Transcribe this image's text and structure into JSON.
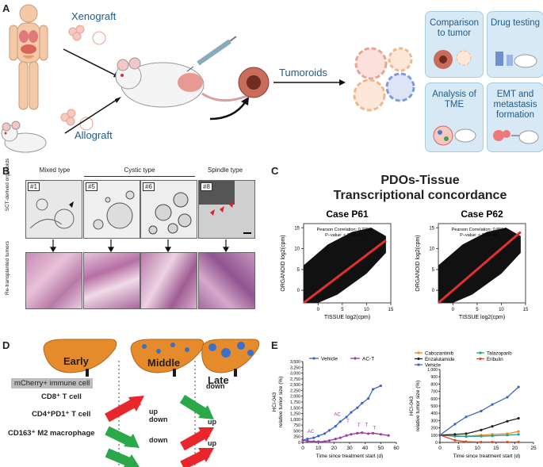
{
  "panelA": {
    "label": "A",
    "xenograft": "Xenograft",
    "allograft": "Allograft",
    "tumoroids": "Tumoroids",
    "boxes": [
      "Comparison to tumor",
      "Drug testing",
      "Analysis of TME",
      "EMT and metastasis formation"
    ]
  },
  "panelB": {
    "label": "B",
    "groups": [
      "Mixed type",
      "Cystic type",
      "Spindle type"
    ],
    "row_top": "SCT-derived organoids",
    "row_bottom": "Re-transplanted tumors",
    "samples": [
      "#1",
      "#5",
      "#6",
      "#8"
    ]
  },
  "panelC": {
    "label": "C",
    "title_line1": "PDOs-Tissue",
    "title_line2": "Transcriptional concordance",
    "chart_data": [
      {
        "type": "scatter",
        "title": "Case P61",
        "xlabel": "TISSUE log2(cpm)",
        "ylabel": "ORGANOID log2(cpm)",
        "xlim": [
          -3,
          15
        ],
        "ylim": [
          -3,
          16
        ],
        "xticks": [
          "0",
          "5",
          "10",
          "15"
        ],
        "yticks": [
          "0",
          "5",
          "10",
          "15"
        ],
        "annotation1": "Pearson Correlation: 0.7952",
        "annotation2": "P−value: < 2.2e−16",
        "fit_line": [
          [
            -3,
            -3
          ],
          [
            14,
            12
          ]
        ]
      },
      {
        "type": "scatter",
        "title": "Case P62",
        "xlabel": "TISSUE log2(cpm)",
        "ylabel": "ORGANOID log2(cpm)",
        "xlim": [
          -3,
          15
        ],
        "ylim": [
          -3,
          16
        ],
        "xticks": [
          "0",
          "5",
          "10",
          "15"
        ],
        "yticks": [
          "0",
          "5",
          "10",
          "15"
        ],
        "annotation1": "Pearson Correlation: 0.8584",
        "annotation2": "P−value: < 2.2e−16",
        "fit_line": [
          [
            -3,
            -3
          ],
          [
            14,
            14
          ]
        ]
      }
    ]
  },
  "panelD": {
    "label": "D",
    "stages": [
      "Early",
      "Middle",
      "Late"
    ],
    "legend_box": "mCherry+ immune cell",
    "rows": [
      {
        "name": "CD8⁺ T cell",
        "middle": "up",
        "late": "down"
      },
      {
        "name": "CD4⁺PD1⁺ T cell",
        "middle": "down",
        "late": "up"
      },
      {
        "name": "CD163⁺ M2 macrophage",
        "middle": "down",
        "late": "up"
      }
    ],
    "colors": {
      "up": "#e8262b",
      "down": "#2aa84a",
      "liver": "#e58b2b"
    }
  },
  "panelE": {
    "label": "E",
    "chart_data": [
      {
        "type": "line",
        "xlabel": "Time since treatment start (d)",
        "ylabel": "HCI-043 relative tumor size (%)",
        "xlim": [
          0,
          60
        ],
        "ylim": [
          0,
          3500
        ],
        "xticks": [
          "0",
          "10",
          "20",
          "30",
          "40",
          "50",
          "60"
        ],
        "yticks": [
          "0",
          "250",
          "500",
          "750",
          "1,000",
          "1,250",
          "1,500",
          "1,750",
          "2,000",
          "2,250",
          "2,500",
          "2,750",
          "3,000",
          "3,250",
          "3,500"
        ],
        "annotations": [
          "AC",
          "AC",
          "T",
          "T",
          "T",
          "T"
        ],
        "series": [
          {
            "name": "Vehicle",
            "color": "#3d66c4",
            "x": [
              0,
              3,
              7,
              10,
              14,
              17,
              21,
              24,
              28,
              31,
              35,
              38,
              42,
              45,
              50
            ],
            "y": [
              100,
              150,
              200,
              280,
              380,
              520,
              700,
              900,
              1100,
              1300,
              1500,
              1700,
              1900,
              2300,
              2450
            ]
          },
          {
            "name": "AC-T",
            "color": "#9b3da1",
            "x": [
              0,
              3,
              7,
              10,
              14,
              17,
              21,
              24,
              28,
              31,
              35,
              38,
              42,
              45,
              50,
              55
            ],
            "y": [
              100,
              60,
              40,
              30,
              40,
              80,
              150,
              200,
              300,
              350,
              400,
              420,
              380,
              400,
              350,
              300
            ]
          }
        ]
      },
      {
        "type": "line",
        "xlabel": "Time since treatment start (d)",
        "ylabel": "HCI-043 relative tumor size (%)",
        "xlim": [
          0,
          25
        ],
        "ylim": [
          0,
          1000
        ],
        "xticks": [
          "0",
          "5",
          "10",
          "15",
          "20",
          "25"
        ],
        "yticks": [
          "0",
          "100",
          "200",
          "300",
          "400",
          "500",
          "600",
          "700",
          "800",
          "900",
          "1,000"
        ],
        "series": [
          {
            "name": "Cabozantinib",
            "color": "#f08a24",
            "x": [
              0,
              4,
              7,
              11,
              14,
              18,
              21
            ],
            "y": [
              100,
              90,
              85,
              100,
              110,
              120,
              150
            ]
          },
          {
            "name": "Talazoparib",
            "color": "#2a9d8f",
            "x": [
              0,
              4,
              7,
              11,
              14,
              18,
              21
            ],
            "y": [
              100,
              85,
              80,
              85,
              90,
              100,
              110
            ]
          },
          {
            "name": "Enzalutamide",
            "color": "#222222",
            "x": [
              0,
              4,
              7,
              11,
              14,
              18,
              21
            ],
            "y": [
              100,
              110,
              120,
              170,
              220,
              290,
              330
            ]
          },
          {
            "name": "Eribulin",
            "color": "#d84a2a",
            "x": [
              0,
              4,
              7,
              11,
              14,
              18,
              21
            ],
            "y": [
              100,
              30,
              10,
              5,
              5,
              5,
              5
            ]
          },
          {
            "name": "Vehicle",
            "color": "#3d66c4",
            "x": [
              0,
              4,
              7,
              11,
              14,
              18,
              21
            ],
            "y": [
              100,
              250,
              350,
              430,
              520,
              620,
              760
            ]
          }
        ]
      }
    ]
  }
}
